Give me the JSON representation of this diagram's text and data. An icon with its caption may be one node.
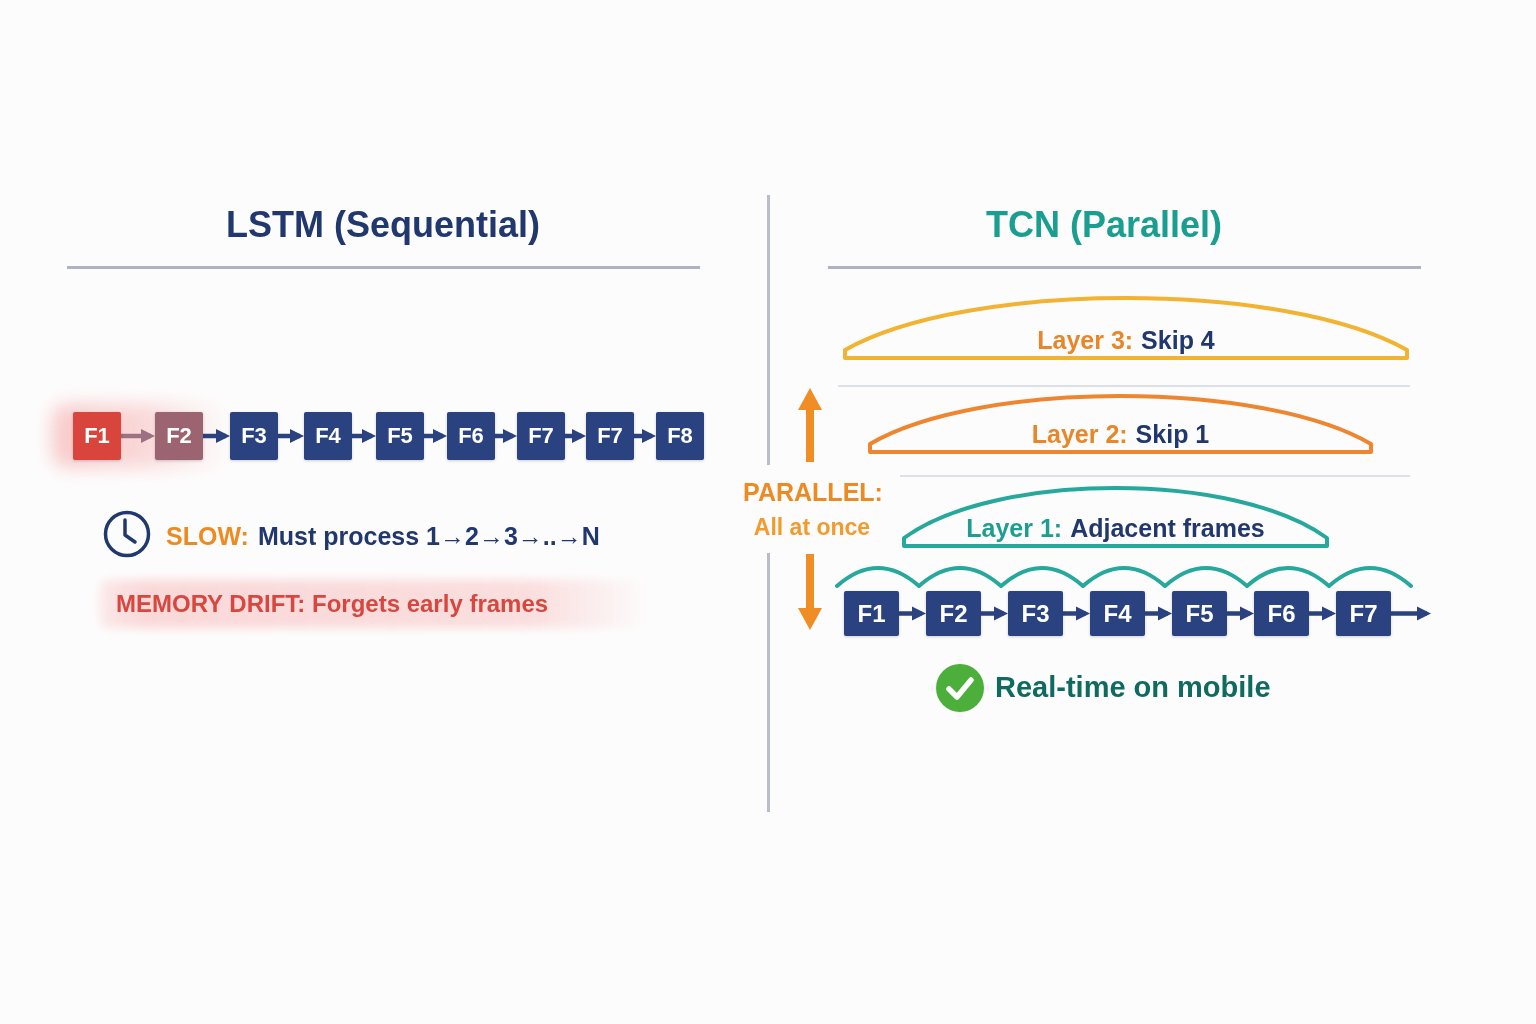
{
  "diagram": {
    "nodes": [
      {
        "text": [
          "F1"
        ]
      },
      {
        "text": [
          "F2"
        ]
      },
      {
        "text": [
          "F3"
        ]
      },
      {
        "text": [
          "F4"
        ]
      },
      {
        "text": [
          "F5"
        ]
      },
      {
        "text": [
          "F6"
        ]
      },
      {
        "text": [
          "F7"
        ]
      },
      {
        "text": [
          "F7"
        ]
      },
      {
        "text": [
          "F8"
        ]
      },
      {
        "text": [
          "Layer 3:",
          "Skip 4"
        ]
      },
      {
        "text": [
          "Layer 2:",
          "Skip 1"
        ]
      },
      {
        "text": [
          "Layer 1:",
          "Adjacent frames"
        ]
      },
      {
        "text": [
          "F1"
        ]
      },
      {
        "text": [
          "F2"
        ]
      },
      {
        "text": [
          "F3"
        ]
      },
      {
        "text": [
          "F4"
        ]
      },
      {
        "text": [
          "F5"
        ]
      },
      {
        "text": [
          "F6"
        ]
      },
      {
        "text": [
          "F7"
        ]
      }
    ],
    "edges": [
      {
        "from": 0,
        "to": 1,
        "arrow": "to",
        "color": "#9a7282"
      },
      {
        "from": 1,
        "to": 2,
        "arrow": "to"
      },
      {
        "from": 2,
        "to": 3,
        "arrow": "to"
      },
      {
        "from": 3,
        "to": 4,
        "arrow": "to"
      },
      {
        "from": 4,
        "to": 5,
        "arrow": "to"
      },
      {
        "from": 5,
        "to": 6,
        "arrow": "to"
      },
      {
        "from": 6,
        "to": 7,
        "arrow": "to"
      },
      {
        "from": 7,
        "to": 8,
        "arrow": "to"
      },
      {
        "from": 12,
        "to": 13,
        "arrow": "to"
      },
      {
        "from": 13,
        "to": 14,
        "arrow": "to"
      },
      {
        "from": 14,
        "to": 15,
        "arrow": "to"
      },
      {
        "from": 15,
        "to": 16,
        "arrow": "to"
      },
      {
        "from": 16,
        "to": 17,
        "arrow": "to"
      },
      {
        "from": 17,
        "to": 18,
        "arrow": "to"
      },
      {
        "from": 18,
        "to": null,
        "arrow": "to"
      }
    ],
    "labels": [
      "LSTM (Sequential)",
      "TCN (Parallel)",
      "PARALLEL:",
      "All at once",
      "SLOW:",
      "Must process 1→2→3→..→N",
      "MEMORY DRIFT: Forgets early frames",
      "Real-time on mobile"
    ]
  }
}
